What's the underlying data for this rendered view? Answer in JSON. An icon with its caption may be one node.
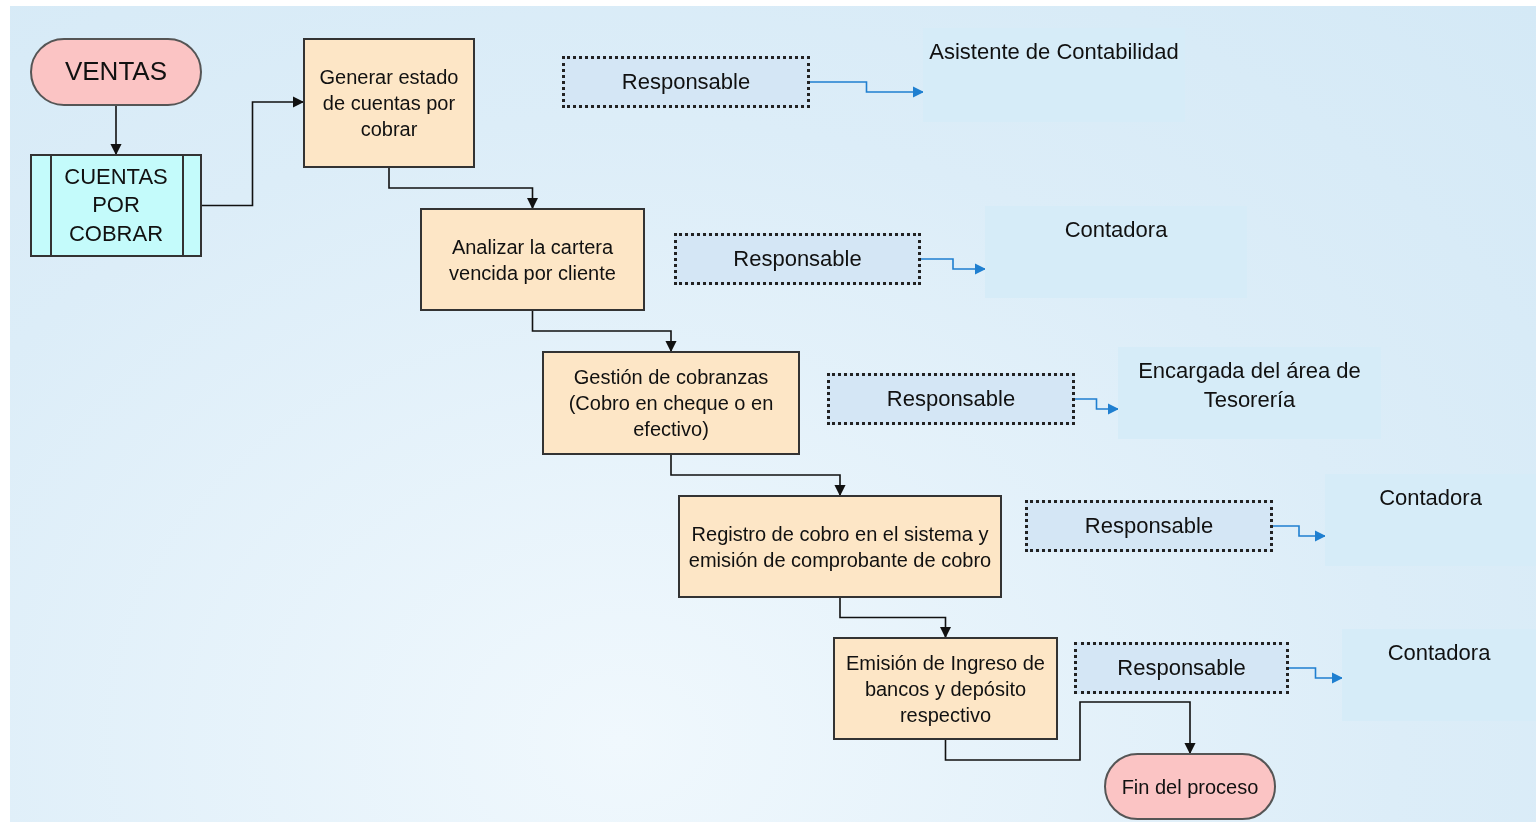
{
  "diagram": {
    "nodes": [
      {
        "text": [
          "VENTAS"
        ]
      },
      {
        "text": [
          "CUENTAS POR COBRAR"
        ]
      },
      {
        "text": [
          "Generar estado de cuentas por cobrar"
        ]
      },
      {
        "text": [
          "Responsable"
        ]
      },
      {
        "text": [
          "Asistente de Contabilidad"
        ]
      },
      {
        "text": [
          "Analizar la cartera vencida por cliente"
        ]
      },
      {
        "text": [
          "Responsable"
        ]
      },
      {
        "text": [
          "Contadora"
        ]
      },
      {
        "text": [
          "Gestión de cobranzas (Cobro en cheque o en efectivo)"
        ]
      },
      {
        "text": [
          "Responsable"
        ]
      },
      {
        "text": [
          "Encargada del área de Tesorería"
        ]
      },
      {
        "text": [
          "Registro de cobro en el sistema y emisión de comprobante de cobro"
        ]
      },
      {
        "text": [
          "Responsable"
        ]
      },
      {
        "text": [
          "Contadora"
        ]
      },
      {
        "text": [
          "Emisión de Ingreso de bancos y depósito respectivo"
        ]
      },
      {
        "text": [
          "Responsable"
        ]
      },
      {
        "text": [
          "Contadora"
        ]
      },
      {
        "text": [
          "Fin del proceso"
        ]
      }
    ],
    "edges": [
      {
        "from": 0,
        "to": 1,
        "arrow": "to"
      },
      {
        "from": 1,
        "to": 2,
        "arrow": "to"
      },
      {
        "from": 2,
        "to": 5,
        "arrow": "to"
      },
      {
        "from": 3,
        "to": 4,
        "arrow": "to",
        "color": "#1f7fd0"
      },
      {
        "from": 5,
        "to": 8,
        "arrow": "to"
      },
      {
        "from": 6,
        "to": 7,
        "arrow": "to",
        "color": "#1f7fd0"
      },
      {
        "from": 8,
        "to": 11,
        "arrow": "to"
      },
      {
        "from": 9,
        "to": 10,
        "arrow": "to",
        "color": "#1f7fd0"
      },
      {
        "from": 11,
        "to": 14,
        "arrow": "to"
      },
      {
        "from": 12,
        "to": 13,
        "arrow": "to",
        "color": "#1f7fd0"
      },
      {
        "from": 14,
        "to": 17,
        "arrow": "to"
      },
      {
        "from": 15,
        "to": 16,
        "arrow": "to",
        "color": "#1f7fd0"
      }
    ]
  }
}
